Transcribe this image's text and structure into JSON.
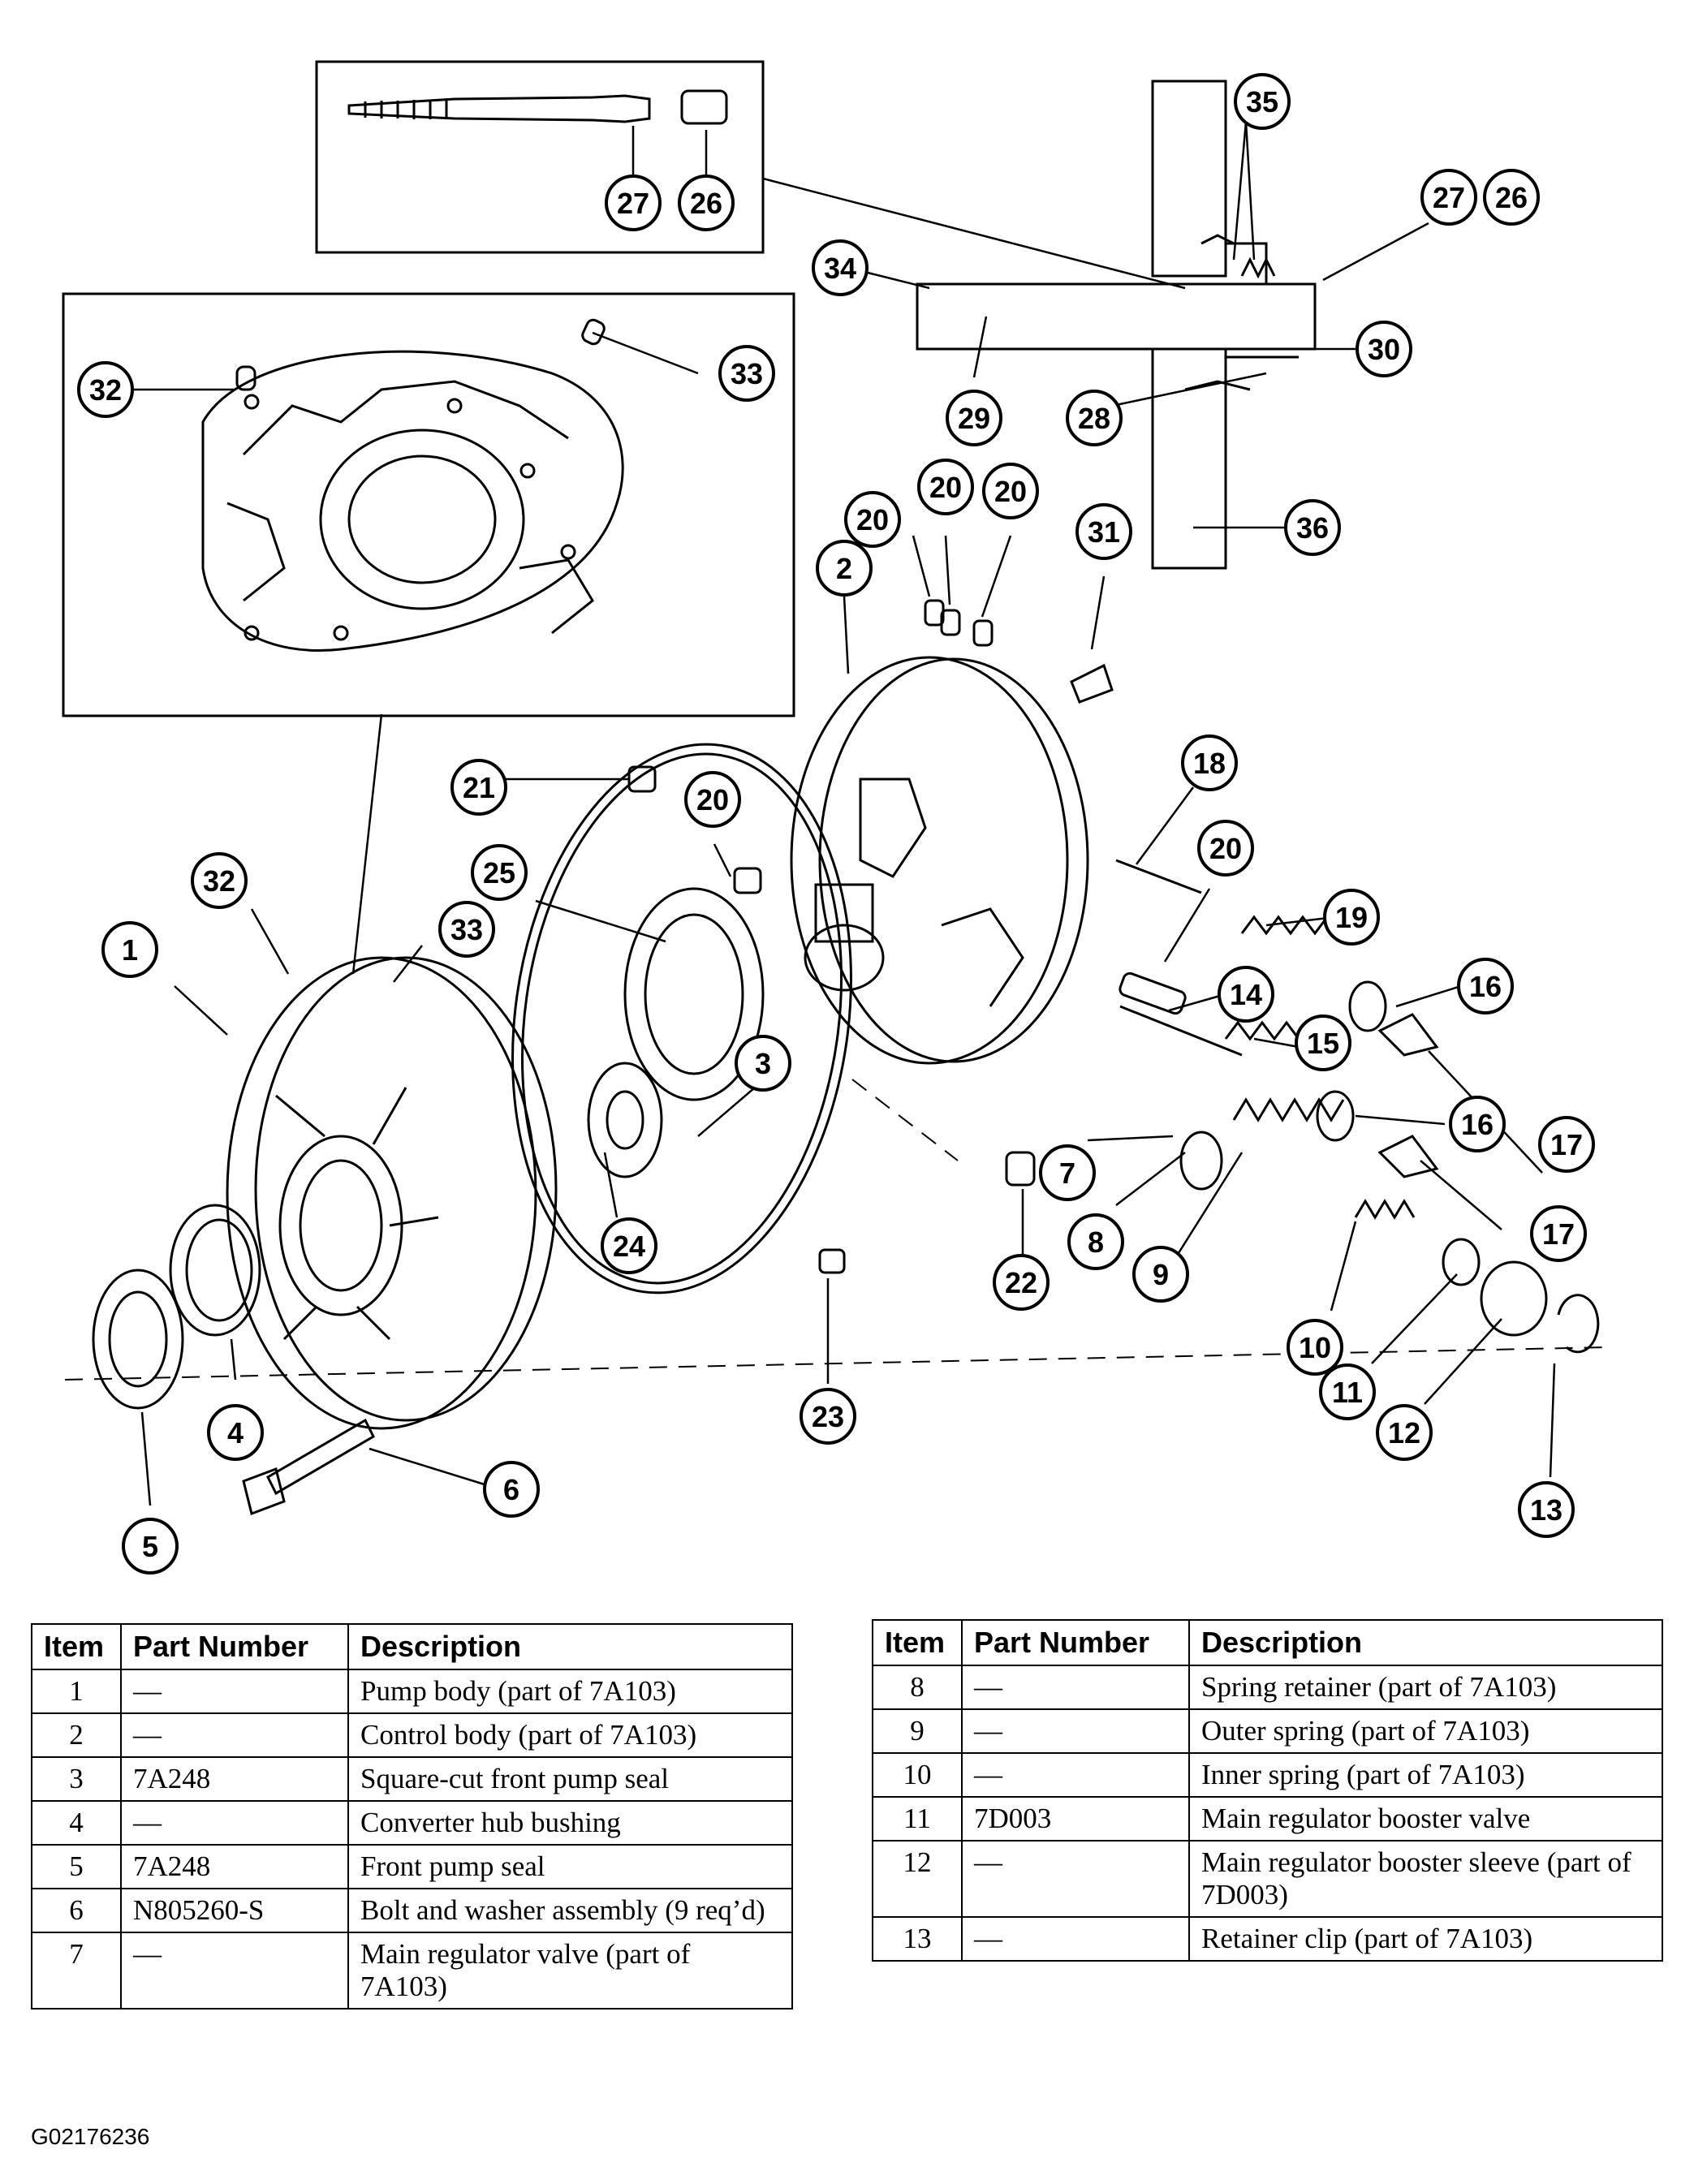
{
  "figure_code": "G02176236",
  "callouts": {
    "c27_top": "27",
    "c26_top": "26",
    "c35": "35",
    "c27_right": "27",
    "c26_right": "26",
    "c34": "34",
    "c30": "30",
    "c29": "29",
    "c28": "28",
    "c36": "36",
    "c32_inset": "32",
    "c33_inset": "33",
    "c20a": "20",
    "c20b": "20",
    "c20c": "20",
    "c31": "31",
    "c2": "2",
    "c21": "21",
    "c20d": "20",
    "c18": "18",
    "c20e": "20",
    "c19": "19",
    "c25": "25",
    "c32": "32",
    "c33": "33",
    "c1": "1",
    "c14": "14",
    "c16a": "16",
    "c15": "15",
    "c3": "3",
    "c16b": "16",
    "c17a": "17",
    "c7": "7",
    "c8": "8",
    "c9": "9",
    "c17b": "17",
    "c24": "24",
    "c22": "22",
    "c10": "10",
    "c11": "11",
    "c12": "12",
    "c4": "4",
    "c23": "23",
    "c13": "13",
    "c6": "6",
    "c5": "5"
  },
  "table_left": {
    "headers": [
      "Item",
      "Part Number",
      "Description"
    ],
    "rows": [
      {
        "item": "1",
        "part": "—",
        "desc": "Pump body (part of 7A103)"
      },
      {
        "item": "2",
        "part": "—",
        "desc": "Control body (part of 7A103)"
      },
      {
        "item": "3",
        "part": "7A248",
        "desc": "Square-cut front pump seal"
      },
      {
        "item": "4",
        "part": "—",
        "desc": "Converter hub bushing"
      },
      {
        "item": "5",
        "part": "7A248",
        "desc": "Front pump seal"
      },
      {
        "item": "6",
        "part": "N805260-S",
        "desc": "Bolt and washer assembly (9 req’d)"
      },
      {
        "item": "7",
        "part": "—",
        "desc": "Main regulator valve (part of 7A103)"
      }
    ]
  },
  "table_right": {
    "headers": [
      "Item",
      "Part Number",
      "Description"
    ],
    "rows": [
      {
        "item": "8",
        "part": "—",
        "desc": "Spring retainer (part of 7A103)"
      },
      {
        "item": "9",
        "part": "—",
        "desc": "Outer spring (part of 7A103)"
      },
      {
        "item": "10",
        "part": "—",
        "desc": "Inner spring (part of 7A103)"
      },
      {
        "item": "11",
        "part": "7D003",
        "desc": "Main regulator booster valve"
      },
      {
        "item": "12",
        "part": "—",
        "desc": "Main regulator booster sleeve (part of 7D003)"
      },
      {
        "item": "13",
        "part": "—",
        "desc": "Retainer clip (part of 7A103)"
      }
    ]
  }
}
